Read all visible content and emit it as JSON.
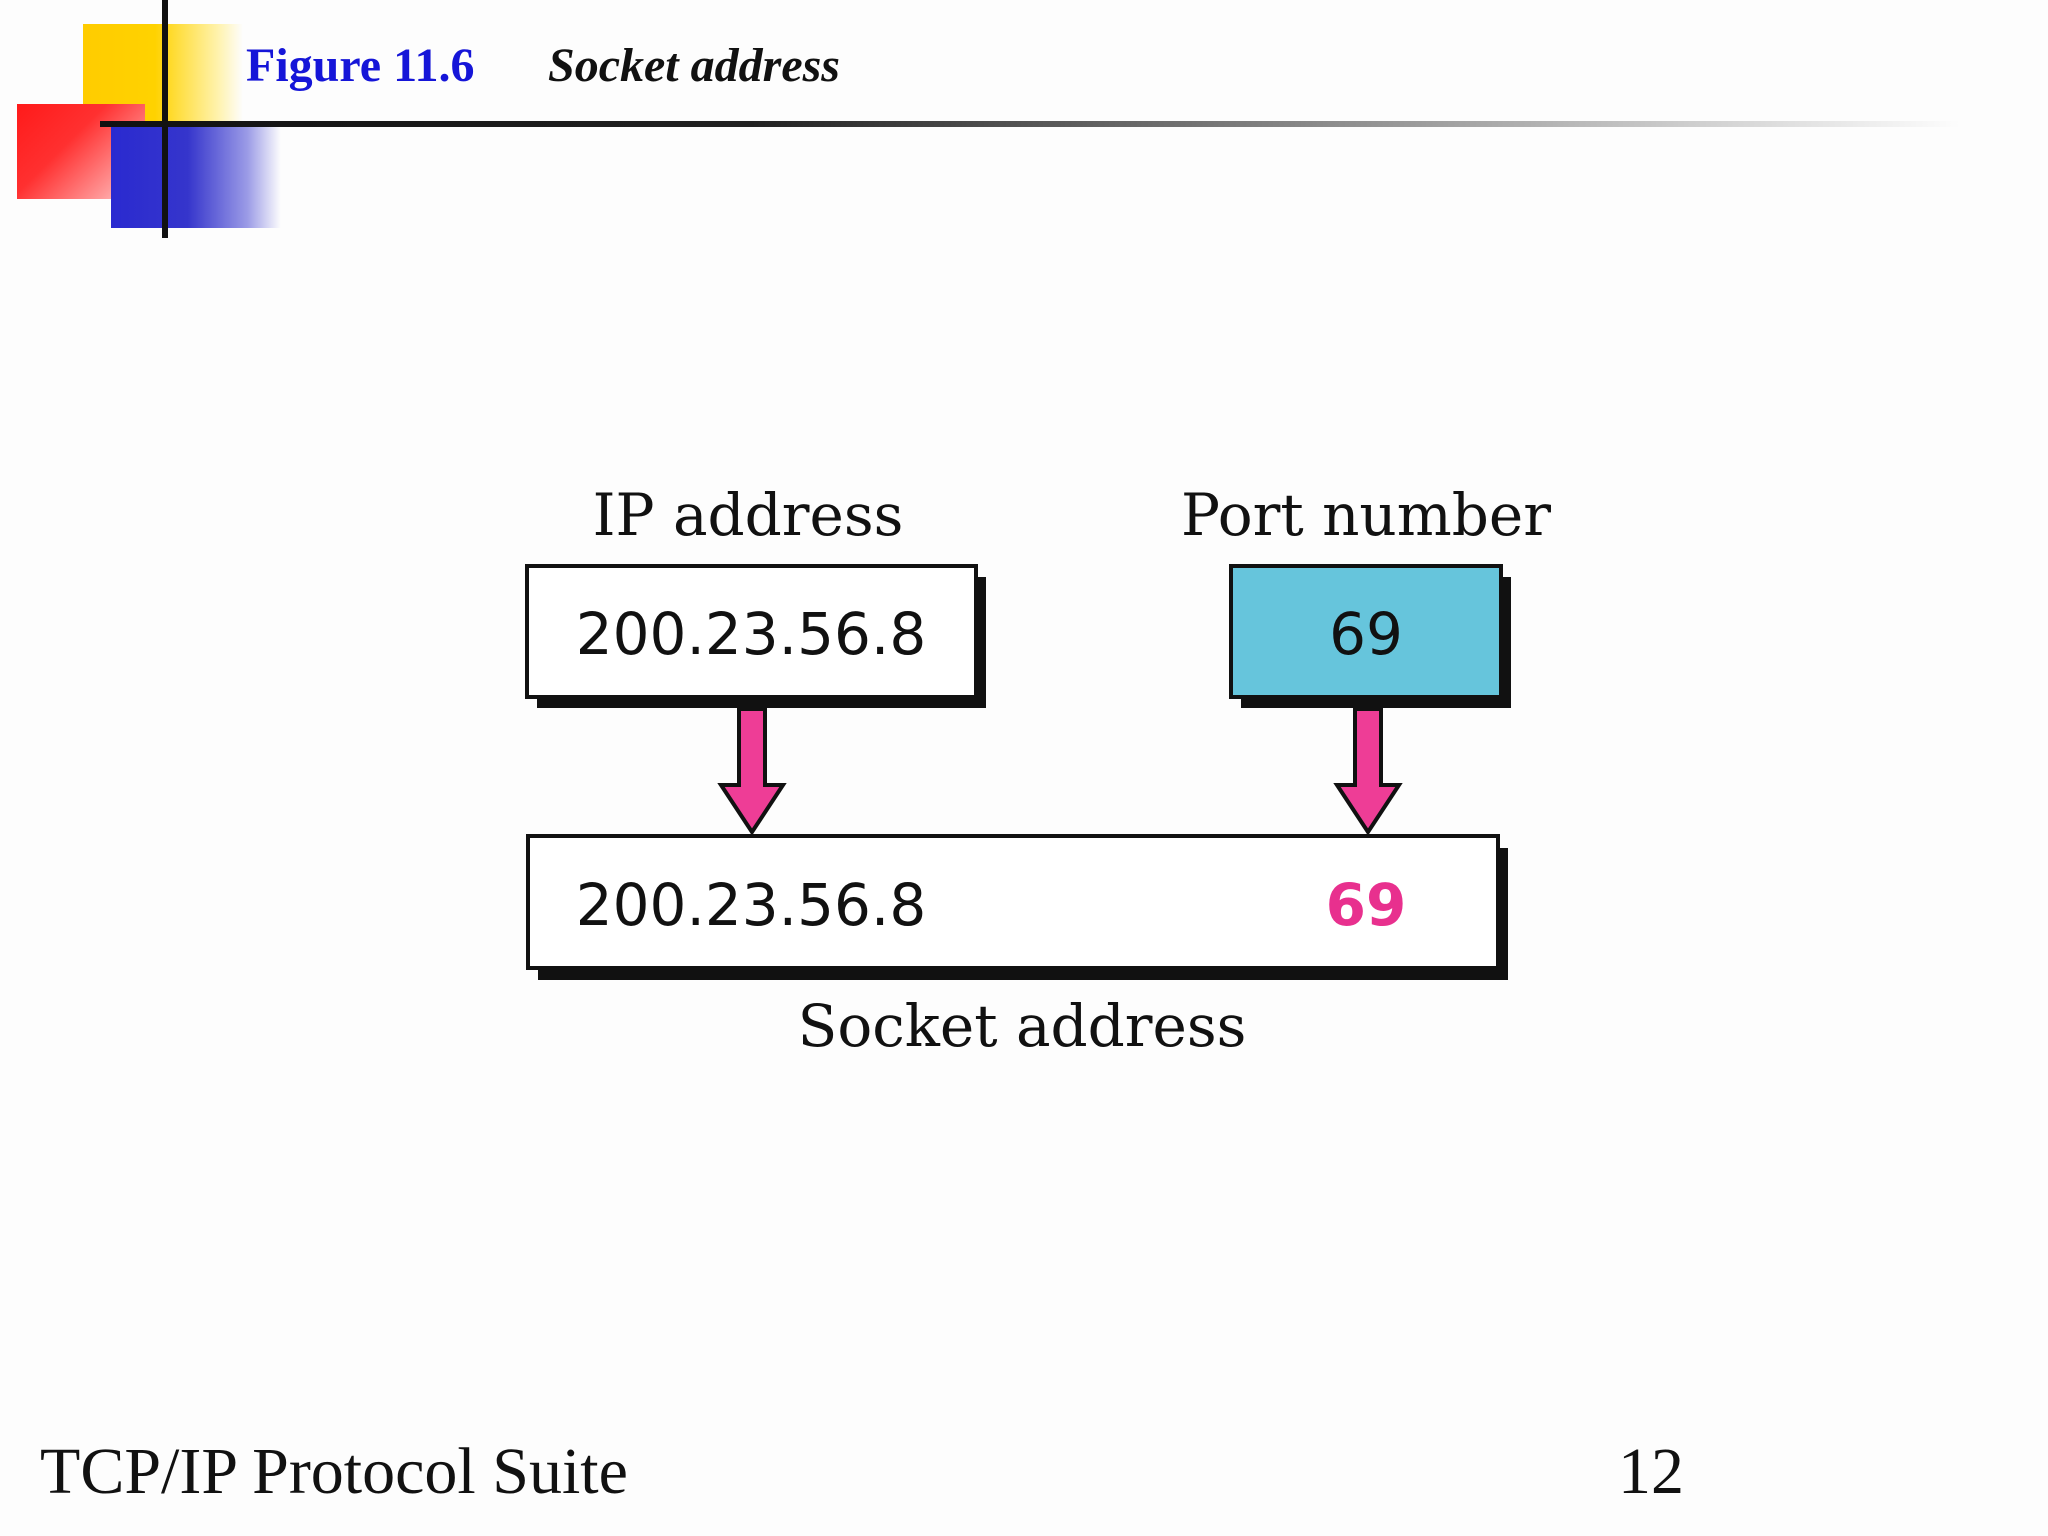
{
  "header": {
    "figure_number": "Figure 11.6",
    "figure_title": "Socket address"
  },
  "diagram": {
    "ip_label": "IP address",
    "ip_value": "200.23.56.8",
    "port_label": "Port number",
    "port_value": "69",
    "socket_ip_value": "200.23.56.8",
    "socket_port_value": "69",
    "socket_label": "Socket address",
    "colors": {
      "port_box_fill": "#66c5dc",
      "arrow_fill": "#ee3d96",
      "socket_port_text": "#e8308e",
      "box_shadow": "#111111",
      "figure_number": "#1515d8"
    }
  },
  "footer": {
    "title": "TCP/IP Protocol Suite",
    "page_number": "12"
  }
}
